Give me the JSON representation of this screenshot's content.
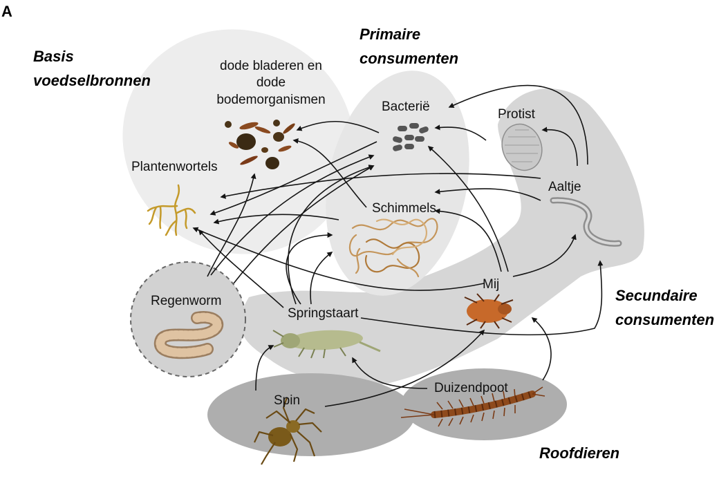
{
  "panel_label": "A",
  "groups": {
    "basis": {
      "line1": "Basis",
      "line2": "voedselbronnen"
    },
    "primair": {
      "line1": "Primaire",
      "line2": "consumenten"
    },
    "secundair": {
      "line1": "Secundaire",
      "line2": "consumenten"
    },
    "roofdieren": "Roofdieren"
  },
  "nodes": {
    "dode_bladeren": {
      "line1": "dode bladeren en",
      "line2": "dode",
      "line3": "bodemorganismen"
    },
    "plantenwortels": "Plantenwortels",
    "bacterie": "Bacterië",
    "protist": "Protist",
    "aaltje": "Aaltje",
    "schimmels": "Schimmels",
    "mij": "Mij",
    "regenworm": "Regenworm",
    "springstaart": "Springstaart",
    "spin": "Spin",
    "duizendpoot": "Duizendpoot"
  },
  "colors": {
    "zone_light": "#ececec",
    "zone_mid": "#d4d4d4",
    "zone_dark": "#a9a9a9",
    "arrow": "#141414"
  }
}
